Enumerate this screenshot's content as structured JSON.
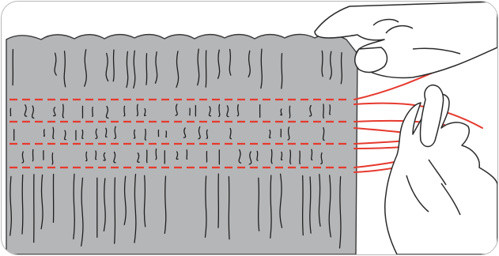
{
  "illustration": {
    "subject": "",
    "colors": {
      "fabric": "#b5b6b8",
      "fabric_outline": "#3a3a3a",
      "gather_lines": "#1f1f1f",
      "basting_thread": "#e63a2e",
      "hand_fill": "#ffffff",
      "hand_outline": "#2a2a2a",
      "frame_border": "#b7b7b7"
    },
    "basting_rows": 4,
    "icons": [
      "fabric-panel",
      "basting-thread",
      "left-hand",
      "right-hand"
    ]
  }
}
